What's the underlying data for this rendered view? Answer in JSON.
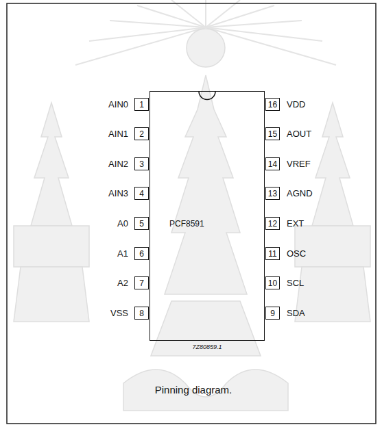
{
  "diagram": {
    "caption": "Pinning diagram.",
    "nodes": [
      {
        "text": [
          "PCF8591"
        ]
      }
    ],
    "labels": [
      "AIN0",
      "1",
      "AIN1",
      "2",
      "AIN2",
      "3",
      "AIN3",
      "4",
      "A0",
      "5",
      "A1",
      "6",
      "A2",
      "7",
      "VSS",
      "8",
      "16",
      "VDD",
      "15",
      "AOUT",
      "14",
      "VREF",
      "13",
      "AGND",
      "12",
      "EXT",
      "11",
      "OSC",
      "10",
      "SCL",
      "9",
      "SDA",
      "7Z80859.1"
    ]
  }
}
